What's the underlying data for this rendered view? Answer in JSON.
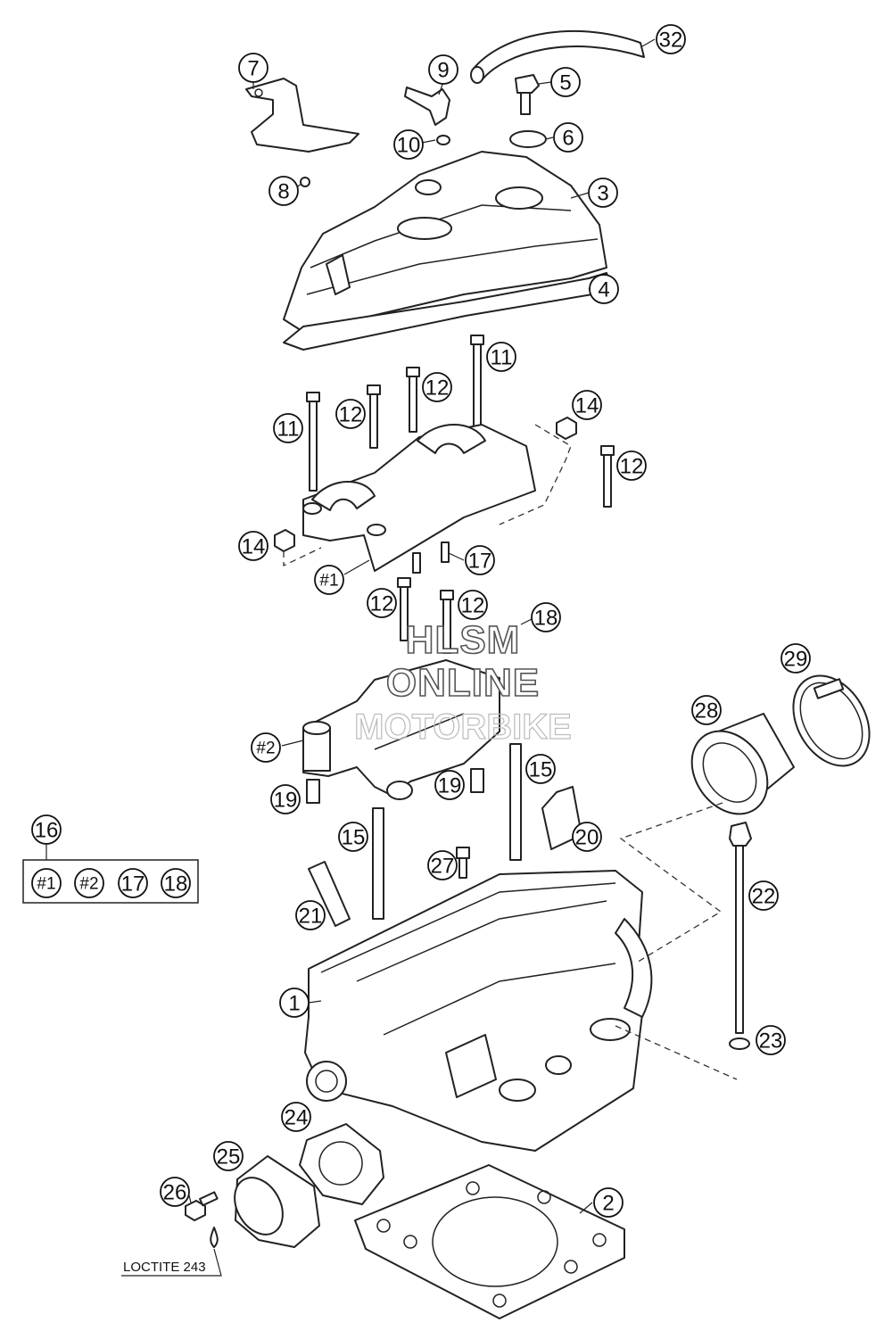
{
  "callouts": {
    "c1": "1",
    "c2": "2",
    "c3": "3",
    "c4": "4",
    "c5": "5",
    "c6": "6",
    "c7": "7",
    "c8": "8",
    "c9": "9",
    "c10": "10",
    "c11": "11",
    "c12": "12",
    "c14": "14",
    "c15": "15",
    "c16": "16",
    "c17": "17",
    "c18": "18",
    "c19": "19",
    "c20": "20",
    "c21": "21",
    "c22": "22",
    "c23": "23",
    "c24": "24",
    "c25": "25",
    "c26": "26",
    "c27": "27",
    "c28": "28",
    "c29": "29",
    "c32": "32",
    "h1": "#1",
    "h2": "#2"
  },
  "kit_16": {
    "label": "16",
    "items": [
      "#1",
      "#2",
      "17",
      "18"
    ]
  },
  "watermark": {
    "line1": "HLSM",
    "line2": "ONLINE",
    "line3": "MOTORBIKE"
  },
  "note": {
    "loctite": "LOCTITE 243"
  }
}
